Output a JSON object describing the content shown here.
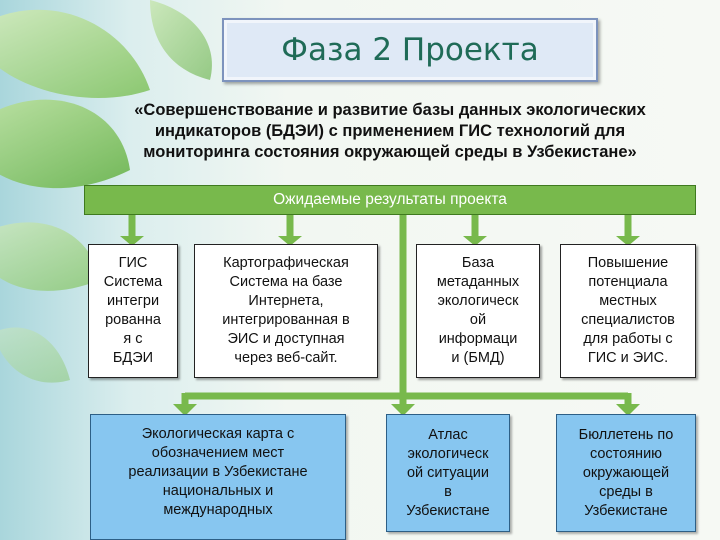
{
  "slide": {
    "title": "Фаза 2 Проекта",
    "subtitle": "«Совершенствование и развитие базы данных экологических\nиндикаторов (БДЭИ) с применением ГИС технологий для\nмониторинга состояния окружающей среды в Узбекистане»",
    "results_header": "Ожидаемые результаты проекта",
    "row1": [
      "ГИС\nСистема\nинтегри\nрованна\nя с\nБДЭИ",
      "Картографическая\nСистема на базе\nИнтернета,\nинтегрированная в\nЭИС и доступная\nчерез веб-сайт.",
      "База\nметаданных\nэкологическ\nой\nинформаци\nи (БМД)",
      "Повышение\nпотенциала\nместных\nспециалистов\nдля работы с\nГИС и ЭИС."
    ],
    "row2": [
      "Экологическая карта с\nобозначением мест\nреализации в Узбекистане\nнациональных и\nмеждународных",
      "Атлас\nэкологическ\nой ситуации\nв\nУзбекистане",
      "Бюллетень по\nсостоянию\nокружающей\nсреды в\nУзбекистане"
    ]
  },
  "colors": {
    "connector_green": "#78b94c",
    "header_bar": "#78b94c",
    "row2_fill": "#87c6f0",
    "title_text": "#1f6b57"
  }
}
